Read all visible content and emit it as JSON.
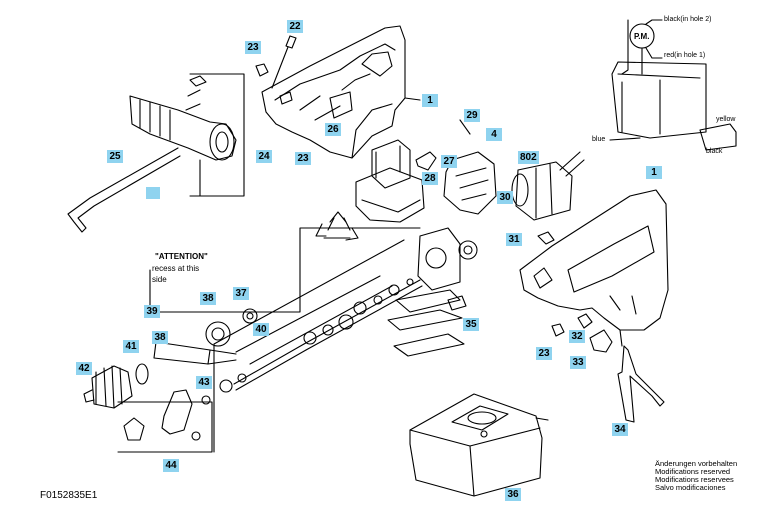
{
  "diagram": {
    "doc_id": "F0152835E1",
    "attention": {
      "title": "\"ATTENTION\"",
      "lines": [
        "recess at this",
        "side"
      ]
    },
    "motor_label": "P.M.",
    "wiring": {
      "black_hole2": "black(in hole 2)",
      "red_hole1": "red(in hole 1)",
      "yellow": "yellow",
      "blue": "blue",
      "black": "black"
    },
    "modifications": [
      "Änderungen vorbehalten",
      "Modifications reserved",
      "Modifications reservees",
      "Salvo modificaciones"
    ],
    "callouts": {
      "c22": "22",
      "c23a": "23",
      "c1a": "1",
      "c25": "25",
      "c24": "24",
      "c26": "26",
      "c23b": "23",
      "c29": "29",
      "c4": "4",
      "c27": "27",
      "c28": "28",
      "c802": "802",
      "c30": "30",
      "c1b": "1",
      "c31": "31",
      "c39": "39",
      "c38a": "38",
      "c37": "37",
      "c40": "40",
      "c38b": "38",
      "c41": "41",
      "c42": "42",
      "c43": "43",
      "c44": "44",
      "c35": "35",
      "c32": "32",
      "c23c": "23",
      "c33": "33",
      "c34": "34",
      "c36": "36"
    },
    "accent_color": "#8fd3ef"
  }
}
